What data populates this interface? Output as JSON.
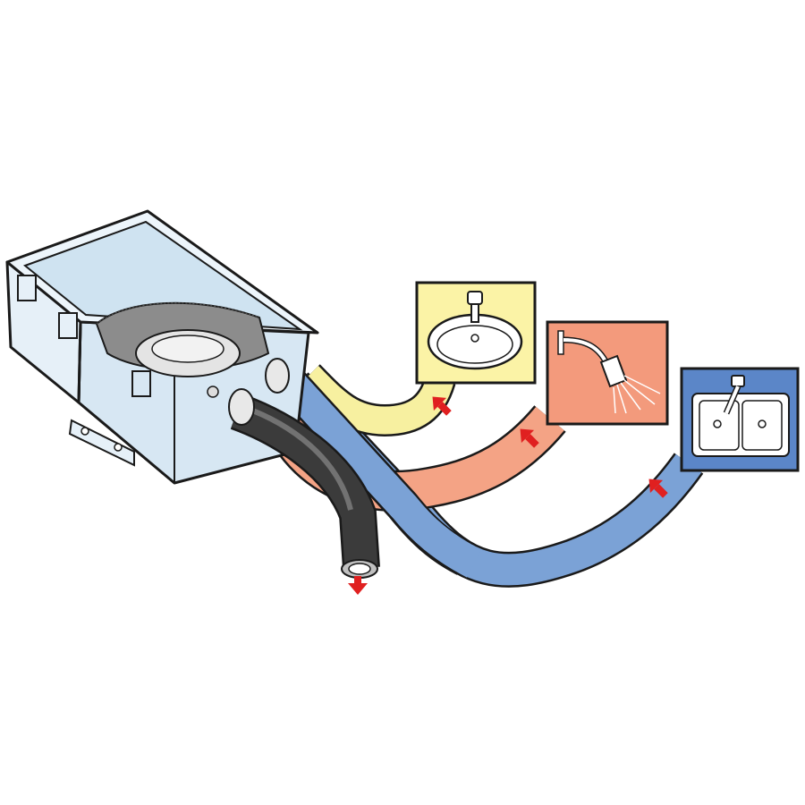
{
  "diagram": {
    "sources": [
      {
        "id": "bathroom-sink",
        "icon": "bathroom-sink-icon",
        "panel_color": "#fbf3a6",
        "hose_color": "#f7f0a0"
      },
      {
        "id": "shower",
        "icon": "shower-head-icon",
        "panel_color": "#f39a7c",
        "hose_color": "#f4a385"
      },
      {
        "id": "kitchen-sink",
        "icon": "double-kitchen-sink-icon",
        "panel_color": "#5b86c8",
        "hose_color": "#7ba2d6"
      }
    ],
    "sump_box": {
      "icon": "sump-box-icon",
      "color": "#dcebf6",
      "strainer": "mesh-strainer"
    },
    "discharge": {
      "icon": "discharge-hose-icon",
      "hose_color": "#3a3a3a"
    },
    "flow_arrow_color": "#e02020",
    "outline_color": "#1a1a1a"
  }
}
